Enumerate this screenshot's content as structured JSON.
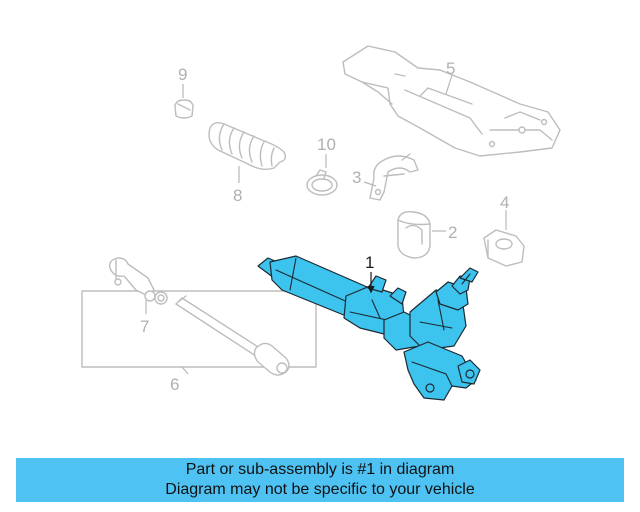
{
  "callouts": {
    "n1": "1",
    "n2": "2",
    "n3": "3",
    "n4": "4",
    "n5": "5",
    "n6": "6",
    "n7": "7",
    "n8": "8",
    "n9": "9",
    "n10": "10"
  },
  "highlighted_part": "1",
  "banner": {
    "line1": "Part or sub-assembly is #1 in diagram",
    "line2": "Diagram may not be specific to your vehicle"
  },
  "colors": {
    "highlight": "#3cc3ee",
    "banner": "#4ec3f3",
    "ghost_lines": "#bdbdbd"
  }
}
